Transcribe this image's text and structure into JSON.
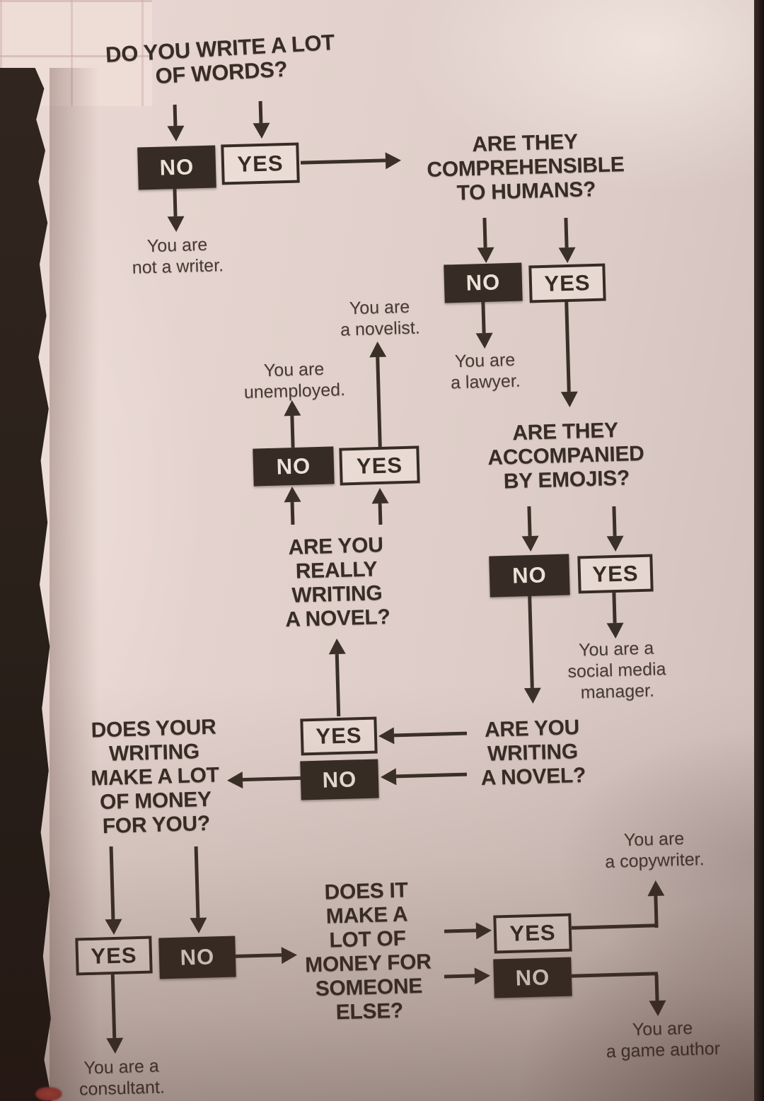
{
  "labels": {
    "yes": "YES",
    "no": "NO"
  },
  "q": {
    "write_lot": "DO YOU WRITE A LOT\nOF WORDS?",
    "comprehensible": "ARE THEY\nCOMPREHENSIBLE\nTO HUMANS?",
    "emojis": "ARE THEY\nACCOMPANIED\nBY EMOJIS?",
    "really_novel": "ARE YOU\nREALLY\nWRITING\nA NOVEL?",
    "money_you": "DOES YOUR\nWRITING\nMAKE A LOT\nOF MONEY\nFOR YOU?",
    "writing_novel": "ARE YOU\nWRITING\nA NOVEL?",
    "money_else": "DOES IT\nMAKE A\nLOT OF\nMONEY FOR\nSOMEONE\nELSE?"
  },
  "o": {
    "not_writer": "You are\nnot a writer.",
    "novelist": "You are\na novelist.",
    "unemployed": "You are\nunemployed.",
    "lawyer": "You are\na lawyer.",
    "social_media": "You are a\nsocial media\nmanager.",
    "copywriter": "You are\na copywriter.",
    "consultant": "You are a\nconsultant.",
    "game_author": "You are\na game author"
  },
  "edges": [
    {
      "from": "write_lot",
      "answer": "NO",
      "to": "not_writer"
    },
    {
      "from": "write_lot",
      "answer": "YES",
      "to": "comprehensible"
    },
    {
      "from": "comprehensible",
      "answer": "NO",
      "to": "lawyer"
    },
    {
      "from": "comprehensible",
      "answer": "YES",
      "to": "emojis"
    },
    {
      "from": "emojis",
      "answer": "NO",
      "to": "writing_novel"
    },
    {
      "from": "emojis",
      "answer": "YES",
      "to": "social_media"
    },
    {
      "from": "writing_novel",
      "answer": "YES",
      "to": "really_novel"
    },
    {
      "from": "writing_novel",
      "answer": "NO",
      "to": "money_you"
    },
    {
      "from": "really_novel",
      "answer": "NO",
      "to": "unemployed"
    },
    {
      "from": "really_novel",
      "answer": "YES",
      "to": "novelist"
    },
    {
      "from": "money_you",
      "answer": "YES",
      "to": "consultant"
    },
    {
      "from": "money_you",
      "answer": "NO",
      "to": "money_else"
    },
    {
      "from": "money_else",
      "answer": "YES",
      "to": "copywriter"
    },
    {
      "from": "money_else",
      "answer": "NO",
      "to": "game_author"
    }
  ]
}
